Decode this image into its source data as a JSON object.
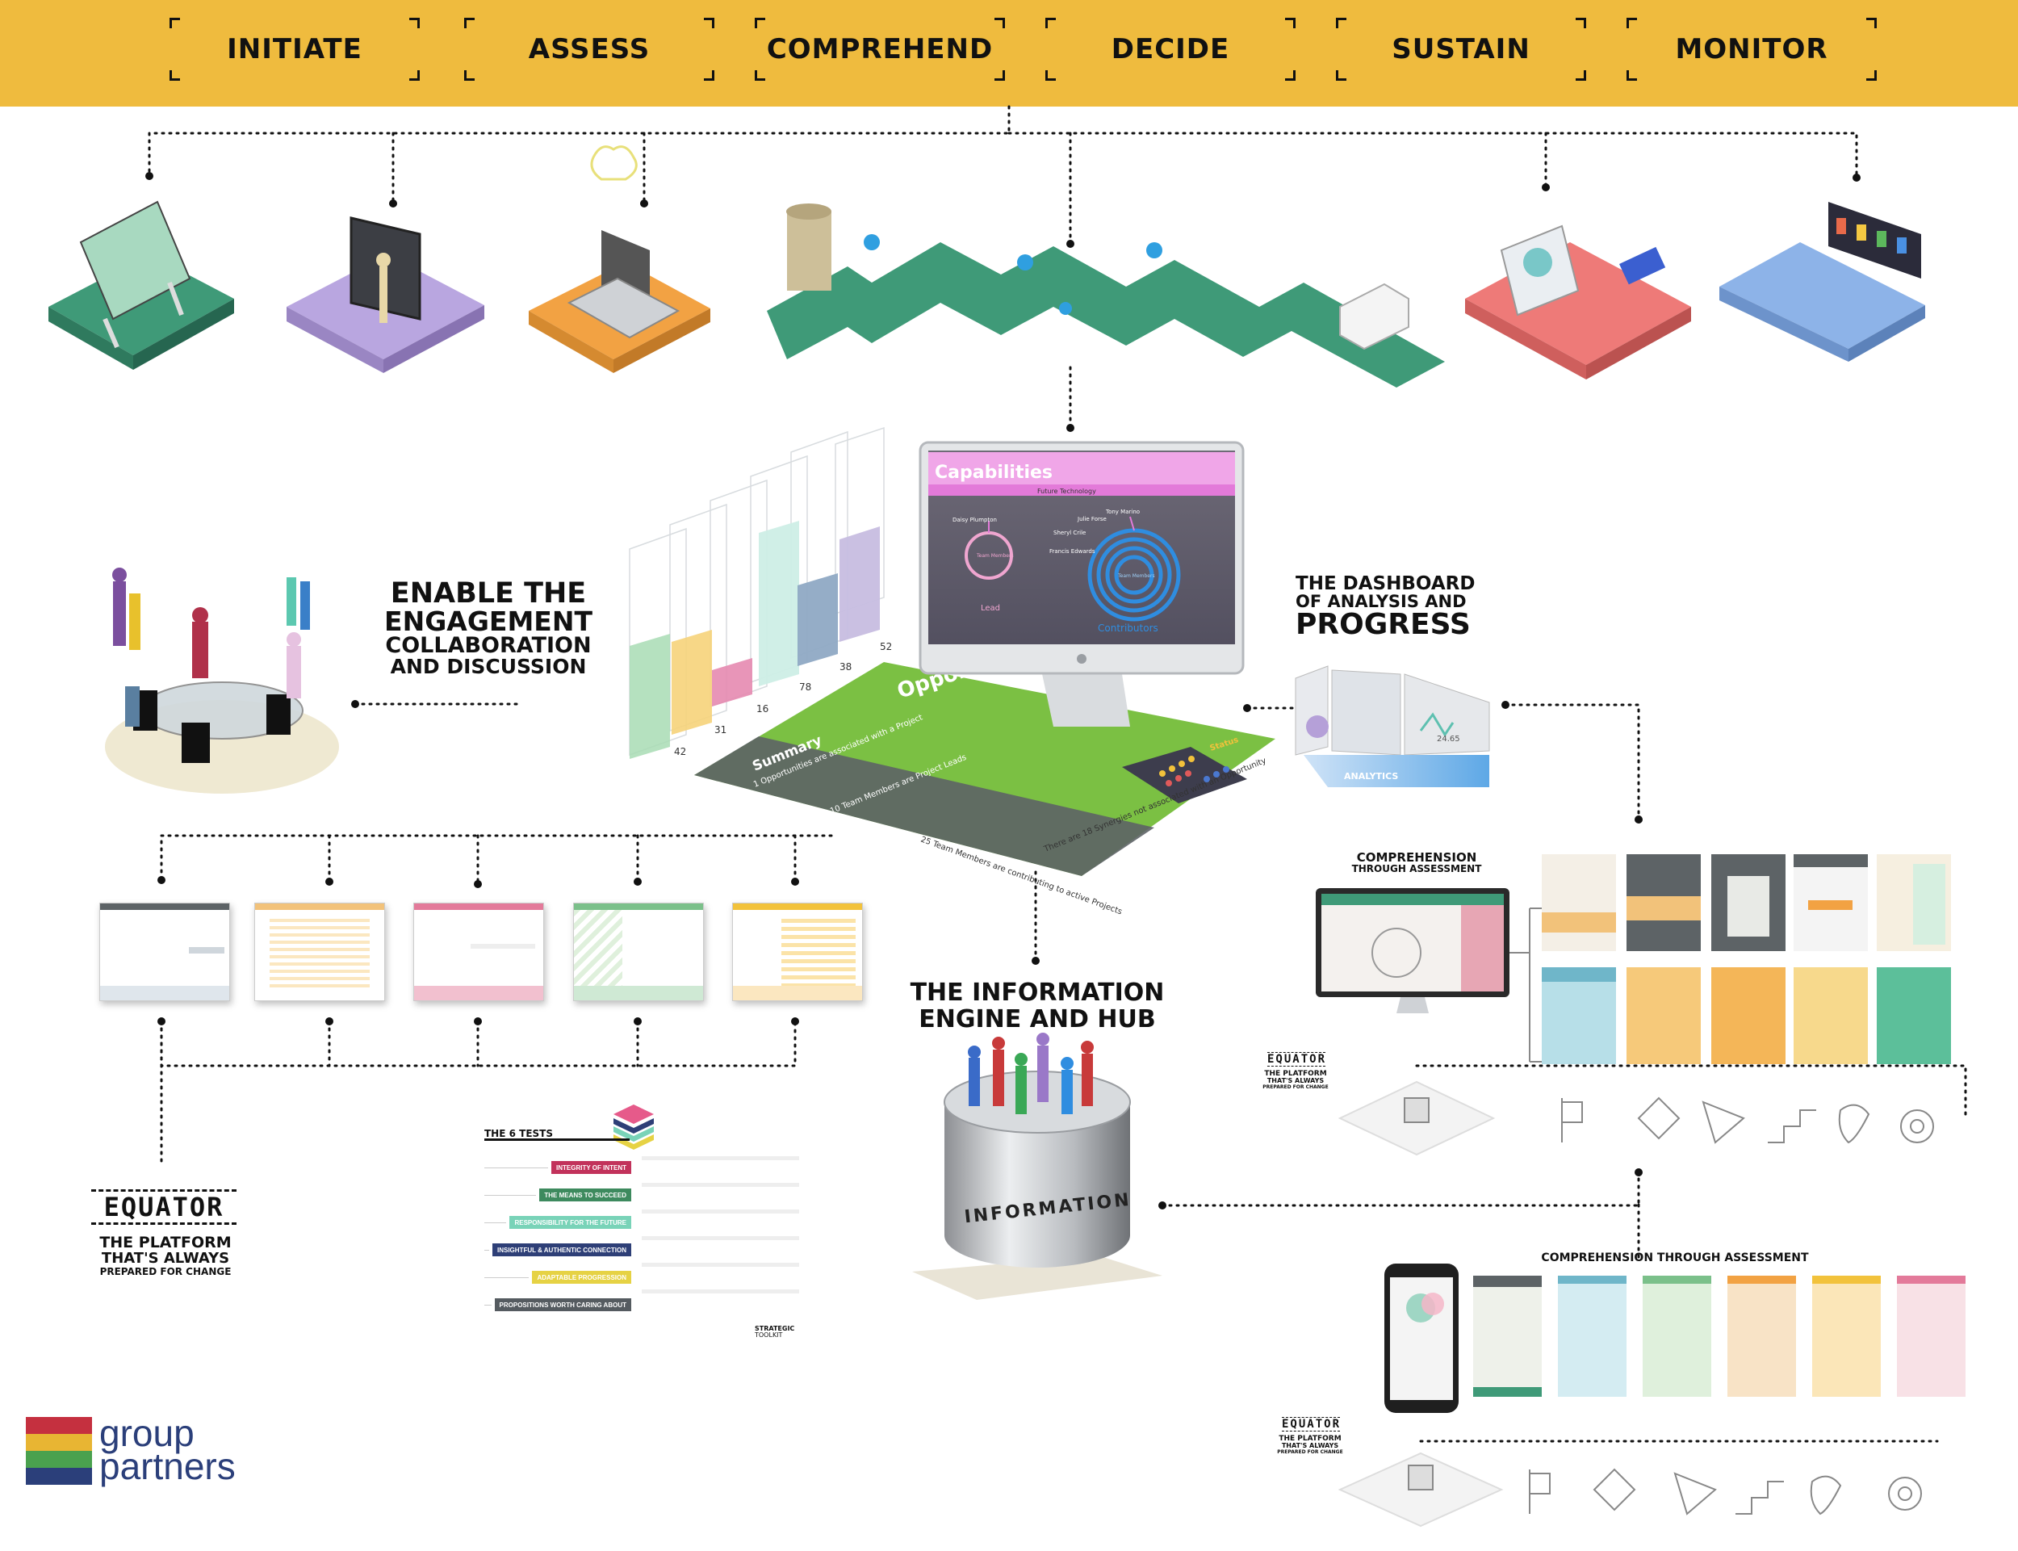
{
  "stages": [
    "INITIATE",
    "ASSESS",
    "COMPREHEND",
    "DECIDE",
    "SUSTAIN",
    "MONITOR"
  ],
  "colors": {
    "banner": "#efbb3e",
    "green": "#3f9a78",
    "purple": "#b9a6e0",
    "orange": "#f2a243",
    "red": "#ee7a78",
    "blue": "#8db3e8",
    "bright_green": "#7bc043"
  },
  "headings": {
    "engage": [
      "ENABLE THE",
      "ENGAGEMENT",
      "COLLABORATION",
      "AND DISCUSSION"
    ],
    "dashboard": [
      "THE DASHBOARD",
      "OF ANALYSIS AND",
      "PROGRESS"
    ],
    "engine": [
      "THE INFORMATION",
      "ENGINE AND HUB"
    ],
    "comp1": [
      "COMPREHENSION",
      "THROUGH ASSESSMENT"
    ],
    "comp2": "COMPREHENSION THROUGH ASSESSMENT"
  },
  "monitor_screen": {
    "title": "Capabilities",
    "subtitle": "Future Technology",
    "names": [
      "Daisy Plumpton",
      "Tony Marino",
      "Julie Forse",
      "Sheryl Crile",
      "Francis Edwards"
    ],
    "ring_left": "Team Members",
    "ring_right": "Team Members",
    "lead": "Lead",
    "contributors": "Contributors"
  },
  "mat": {
    "title": "Opportunit",
    "summary": "Summary",
    "s1": "1 Opportunities are associated with a Project",
    "s2": "10 Team Members are Project Leads",
    "s3": "25 Team Members are contributing to active Projects",
    "s4": "There are 18 Synergies not associated with an Opportunity",
    "status": "Status"
  },
  "bar_labels": [
    "42",
    "31",
    "16",
    "78",
    "38",
    "52"
  ],
  "analytics": {
    "label": "ANALYTICS",
    "value": "24.65"
  },
  "information": "INFORMATION",
  "six_tests": {
    "title": "THE 6 TESTS",
    "rows": [
      {
        "label": "INTEGRITY OF INTENT",
        "color": "#c2325b"
      },
      {
        "label": "THE MEANS TO SUCCEED",
        "color": "#3d8a5e"
      },
      {
        "label": "RESPONSIBILITY FOR THE FUTURE",
        "color": "#79d3b8"
      },
      {
        "label": "INSIGHTFUL & AUTHENTIC CONNECTION",
        "color": "#2e3f77"
      },
      {
        "label": "ADAPTABLE PROGRESSION",
        "color": "#e6d244"
      },
      {
        "label": "PROPOSITIONS WORTH CARING ABOUT",
        "color": "#555b60"
      }
    ],
    "toolkit": [
      "STRATEGIC",
      "TOOLKIT"
    ]
  },
  "equator": {
    "name": "EQUATOR",
    "tagline": [
      "THE PLATFORM",
      "THAT'S ALWAYS",
      "PREPARED FOR CHANGE"
    ]
  },
  "logo": {
    "line1": "group",
    "line2": "partners",
    "stripes": [
      "#c5303f",
      "#e8b533",
      "#4aa14e",
      "#2b3f7a"
    ]
  }
}
